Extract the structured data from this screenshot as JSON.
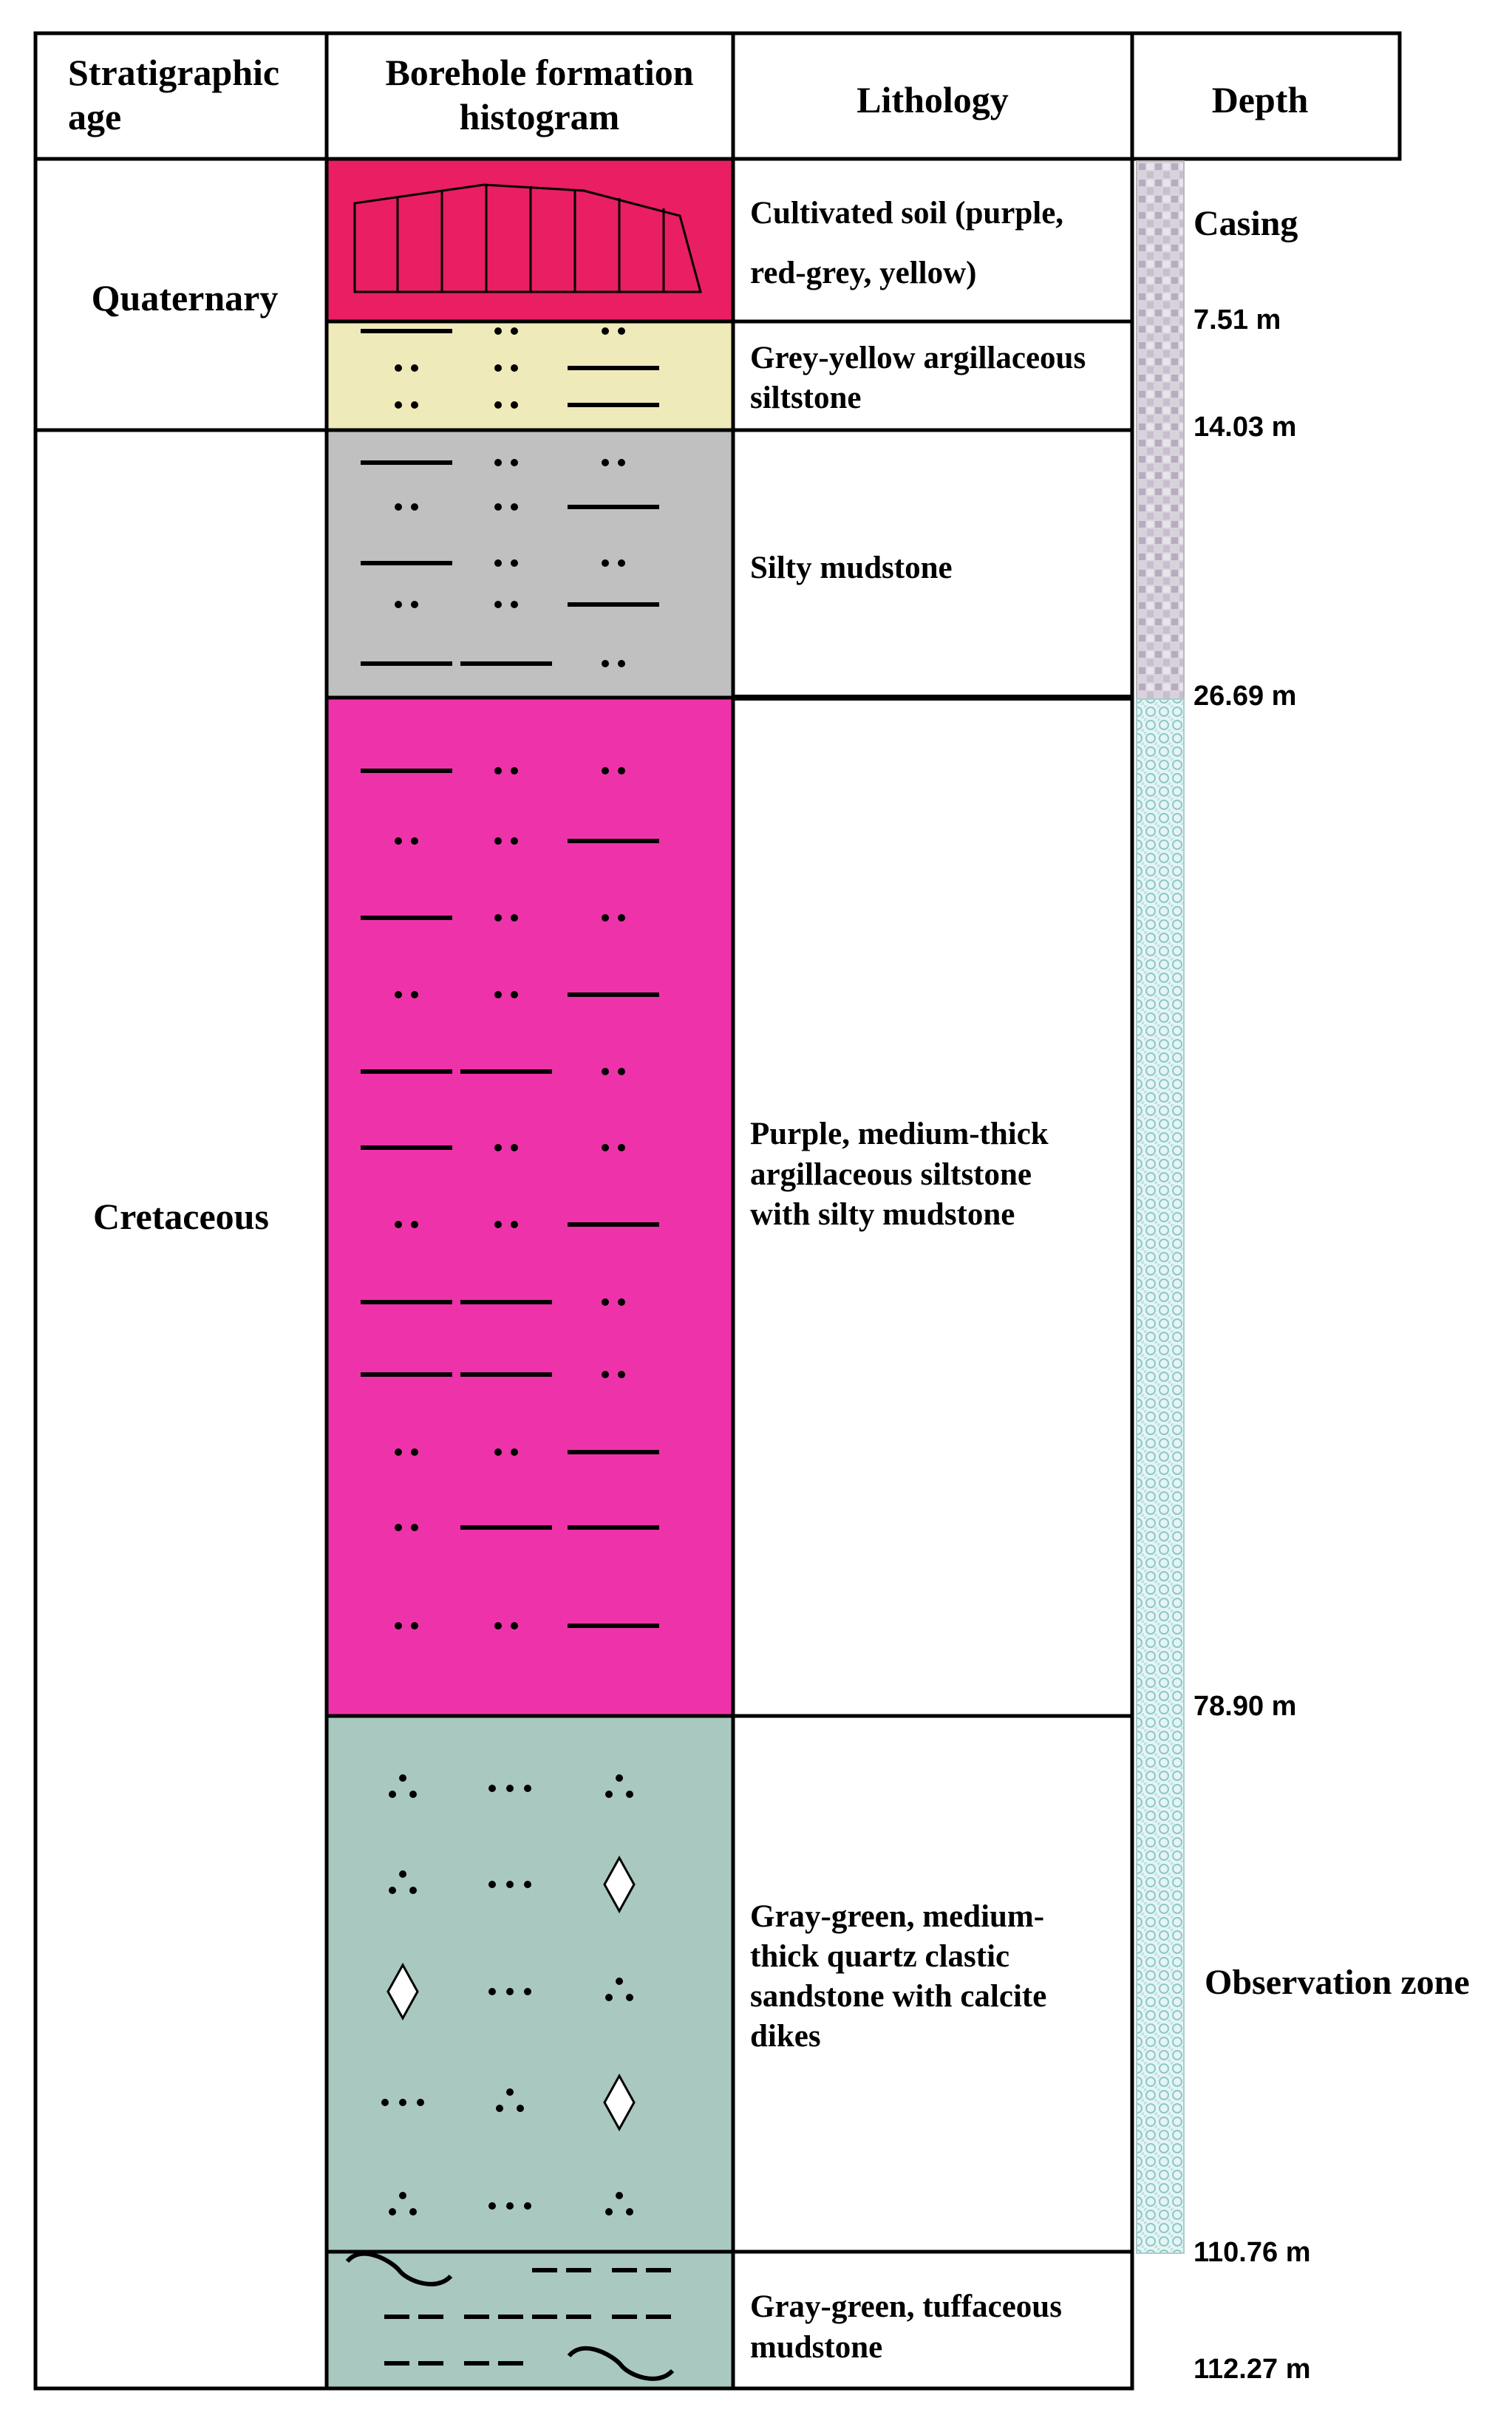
{
  "headers": {
    "age": [
      "Stratigraphic",
      "age"
    ],
    "histogram": [
      "Borehole formation",
      "histogram"
    ],
    "lithology": "Lithology",
    "depth": "Depth"
  },
  "ages": {
    "quaternary": "Quaternary",
    "cretaceous": "Cretaceous"
  },
  "layers": [
    {
      "id": "soil",
      "lithology": [
        "Cultivated soil (purple,",
        "red-grey, yellow)"
      ],
      "fill": "#E91E63",
      "bottom_depth": 7.51
    },
    {
      "id": "argillaceous-siltstone",
      "lithology": [
        "Grey-yellow argillaceous",
        "siltstone"
      ],
      "fill": "#EFEABA",
      "bottom_depth": 14.03
    },
    {
      "id": "silty-mudstone",
      "lithology": [
        "Silty mudstone"
      ],
      "fill": "#C0C0C0",
      "bottom_depth": 26.69
    },
    {
      "id": "purple-siltstone",
      "lithology": [
        "Purple, medium-thick",
        "argillaceous siltstone",
        "with silty mudstone"
      ],
      "fill": "#EE33AA",
      "bottom_depth": 78.9
    },
    {
      "id": "quartz-sandstone",
      "lithology": [
        "Gray-green, medium-",
        "thick quartz clastic",
        "sandstone with calcite",
        "dikes"
      ],
      "fill": "#A9C8C0",
      "bottom_depth": 110.76
    },
    {
      "id": "tuffaceous-mudstone",
      "lithology": [
        "Gray-green, tuffaceous",
        "mudstone"
      ],
      "fill": "#A9C8C0",
      "bottom_depth": 112.27
    }
  ],
  "depth_labels": [
    "7.51 m",
    "14.03 m",
    "26.69 m",
    "78.90 m",
    "110.76 m",
    "112.27 m"
  ],
  "zones": {
    "casing": "Casing",
    "observation": "Observation zone"
  }
}
